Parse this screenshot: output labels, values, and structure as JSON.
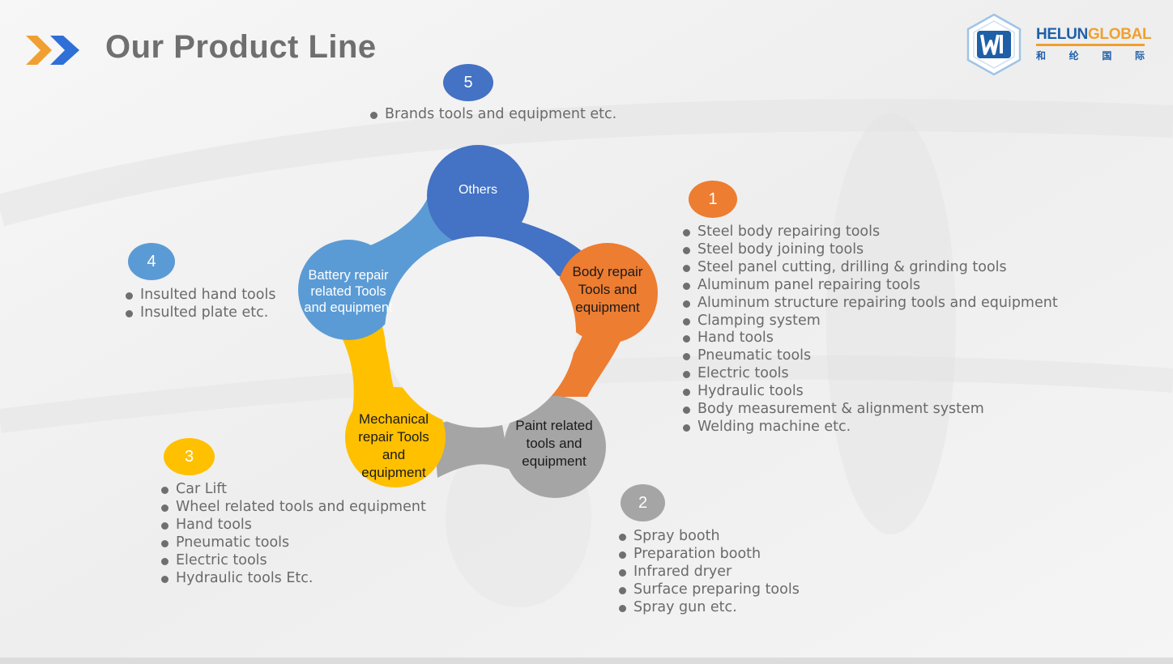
{
  "page_title": "Our Product Line",
  "logo": {
    "brand_part1": "HELUN",
    "brand_part2": "GLOBAL",
    "chinese_chars": [
      "和",
      "纶",
      "国",
      "际"
    ]
  },
  "colors": {
    "orange": "#ed7d31",
    "gray": "#a5a5a5",
    "yellow": "#ffc000",
    "light_blue": "#5b9bd5",
    "blue": "#4472c4",
    "title_gray": "#6f6f6f",
    "brand_blue": "#1f5fa8",
    "brand_orange": "#f0a030"
  },
  "diagram": {
    "segments": [
      {
        "number": "1",
        "label": "Body repair Tools and equipment",
        "items": [
          "Steel body repairing tools",
          "Steel body joining tools",
          "Steel panel cutting, drilling & grinding tools",
          "Aluminum panel repairing tools",
          "Aluminum structure repairing tools and equipment",
          "Clamping system",
          "Hand tools",
          "Pneumatic tools",
          "Electric tools",
          "Hydraulic tools",
          "Body measurement & alignment system",
          "Welding machine  etc."
        ]
      },
      {
        "number": "2",
        "label": "Paint related tools and equipment",
        "items": [
          "Spray booth",
          "Preparation booth",
          "Infrared dryer",
          "Surface preparing tools",
          "Spray gun etc."
        ]
      },
      {
        "number": "3",
        "label": "Mechanical repair Tools and equipment",
        "items": [
          "Car Lift",
          "Wheel related tools and equipment",
          "Hand tools",
          "Pneumatic tools",
          "Electric tools",
          "Hydraulic tools  Etc."
        ]
      },
      {
        "number": "4",
        "label": "Battery repair related Tools and equipment",
        "items": [
          "Insulted hand tools",
          "Insulted plate etc."
        ]
      },
      {
        "number": "5",
        "label": "Others",
        "items": [
          "Brands tools and equipment etc."
        ]
      }
    ]
  }
}
